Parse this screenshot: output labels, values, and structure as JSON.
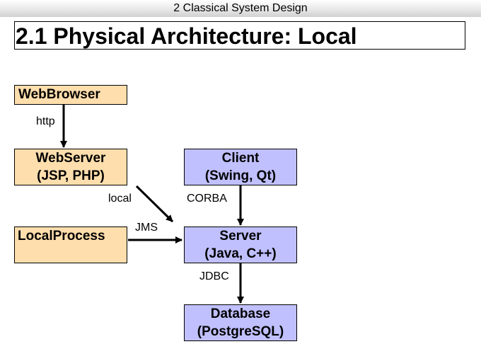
{
  "header": {
    "text": "2 Classical System Design"
  },
  "title": "2.1 Physical Architecture: Local",
  "nodes": {
    "webbrowser": {
      "line1": "WebBrowser"
    },
    "webserver": {
      "line1": "WebServer",
      "line2": "(JSP, PHP)"
    },
    "localprocess": {
      "line1": "LocalProcess"
    },
    "client": {
      "line1": "Client",
      "line2": "(Swing, Qt)"
    },
    "server": {
      "line1": "Server",
      "line2": "(Java, C++)"
    },
    "database": {
      "line1": "Database",
      "line2": "(PostgreSQL)"
    }
  },
  "edge_labels": {
    "http": "http",
    "local": "local",
    "jms": "JMS",
    "corba": "CORBA",
    "jdbc": "JDBC"
  },
  "colors": {
    "orange_box": "#ffdead",
    "blue_box": "#c0c0ff"
  }
}
